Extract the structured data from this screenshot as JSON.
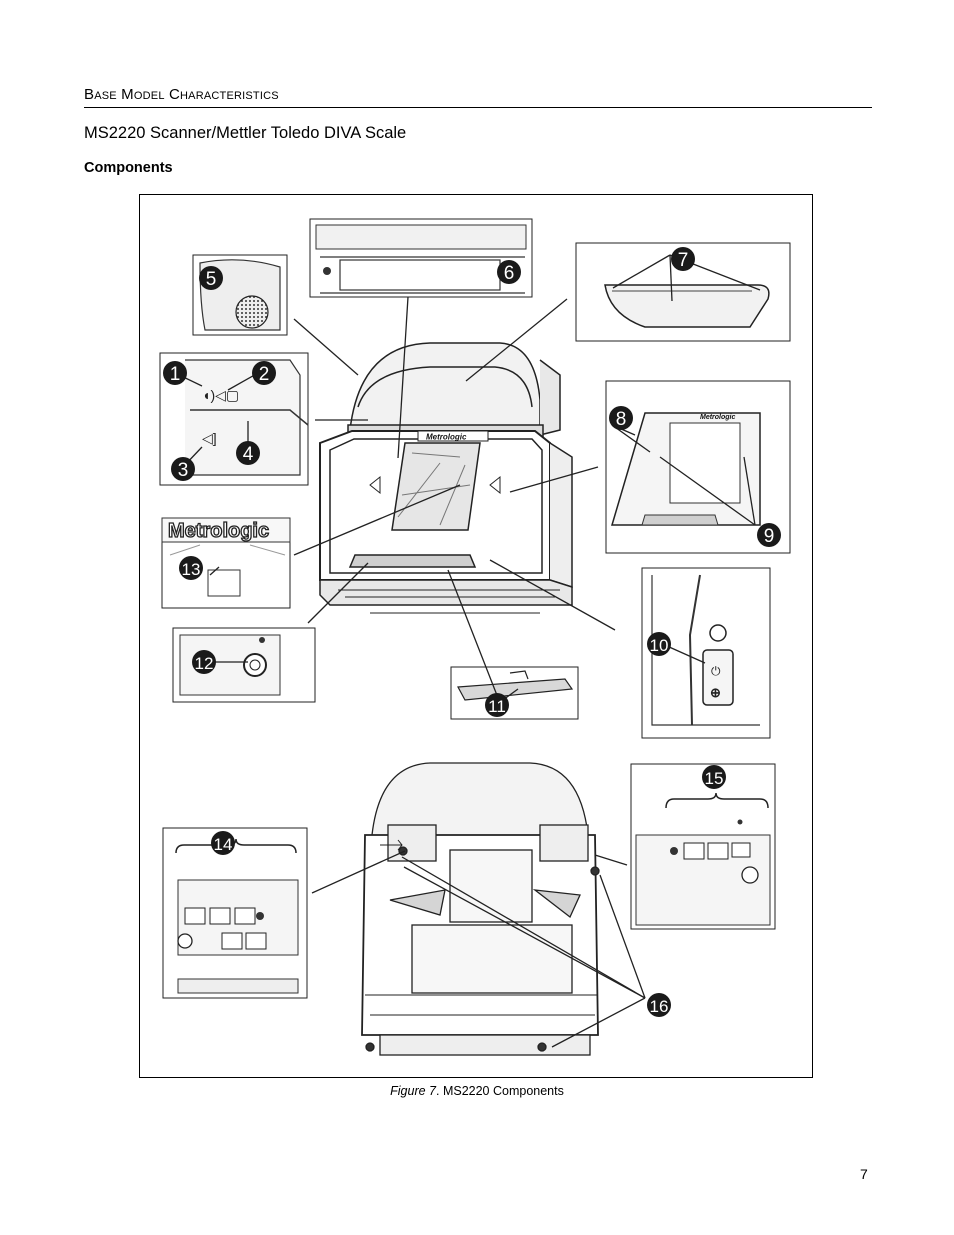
{
  "header": {
    "section_title": "Base Model Characteristics",
    "subtitle": "MS2220 Scanner/Mettler Toledo DIVA Scale",
    "heading": "Components"
  },
  "figure": {
    "callouts": [
      "1",
      "2",
      "3",
      "4",
      "5",
      "6",
      "7",
      "8",
      "9",
      "10",
      "11",
      "12",
      "13",
      "14",
      "15",
      "16"
    ],
    "brand_label": "Metrologic",
    "caption_label": "Figure 7",
    "caption_text": ". MS2220 Components"
  },
  "footer": {
    "page_number": "7"
  }
}
